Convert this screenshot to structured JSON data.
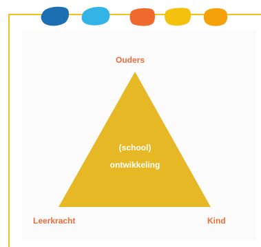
{
  "colors": {
    "accent_line": "#f2c21a",
    "triangle_fill": "#e6b825",
    "label_color": "#ef6b3a",
    "center_text_color": "#ffffff",
    "pebbles": [
      "#1b6fb2",
      "#33b4e6",
      "#ef6b2d",
      "#f4c10f",
      "#f6a10a"
    ]
  },
  "diagram": {
    "top_label": "Ouders",
    "left_label": "Leerkracht",
    "right_label": "Kind",
    "center_line_1": "(school)",
    "center_line_2": "ontwikkeling"
  }
}
